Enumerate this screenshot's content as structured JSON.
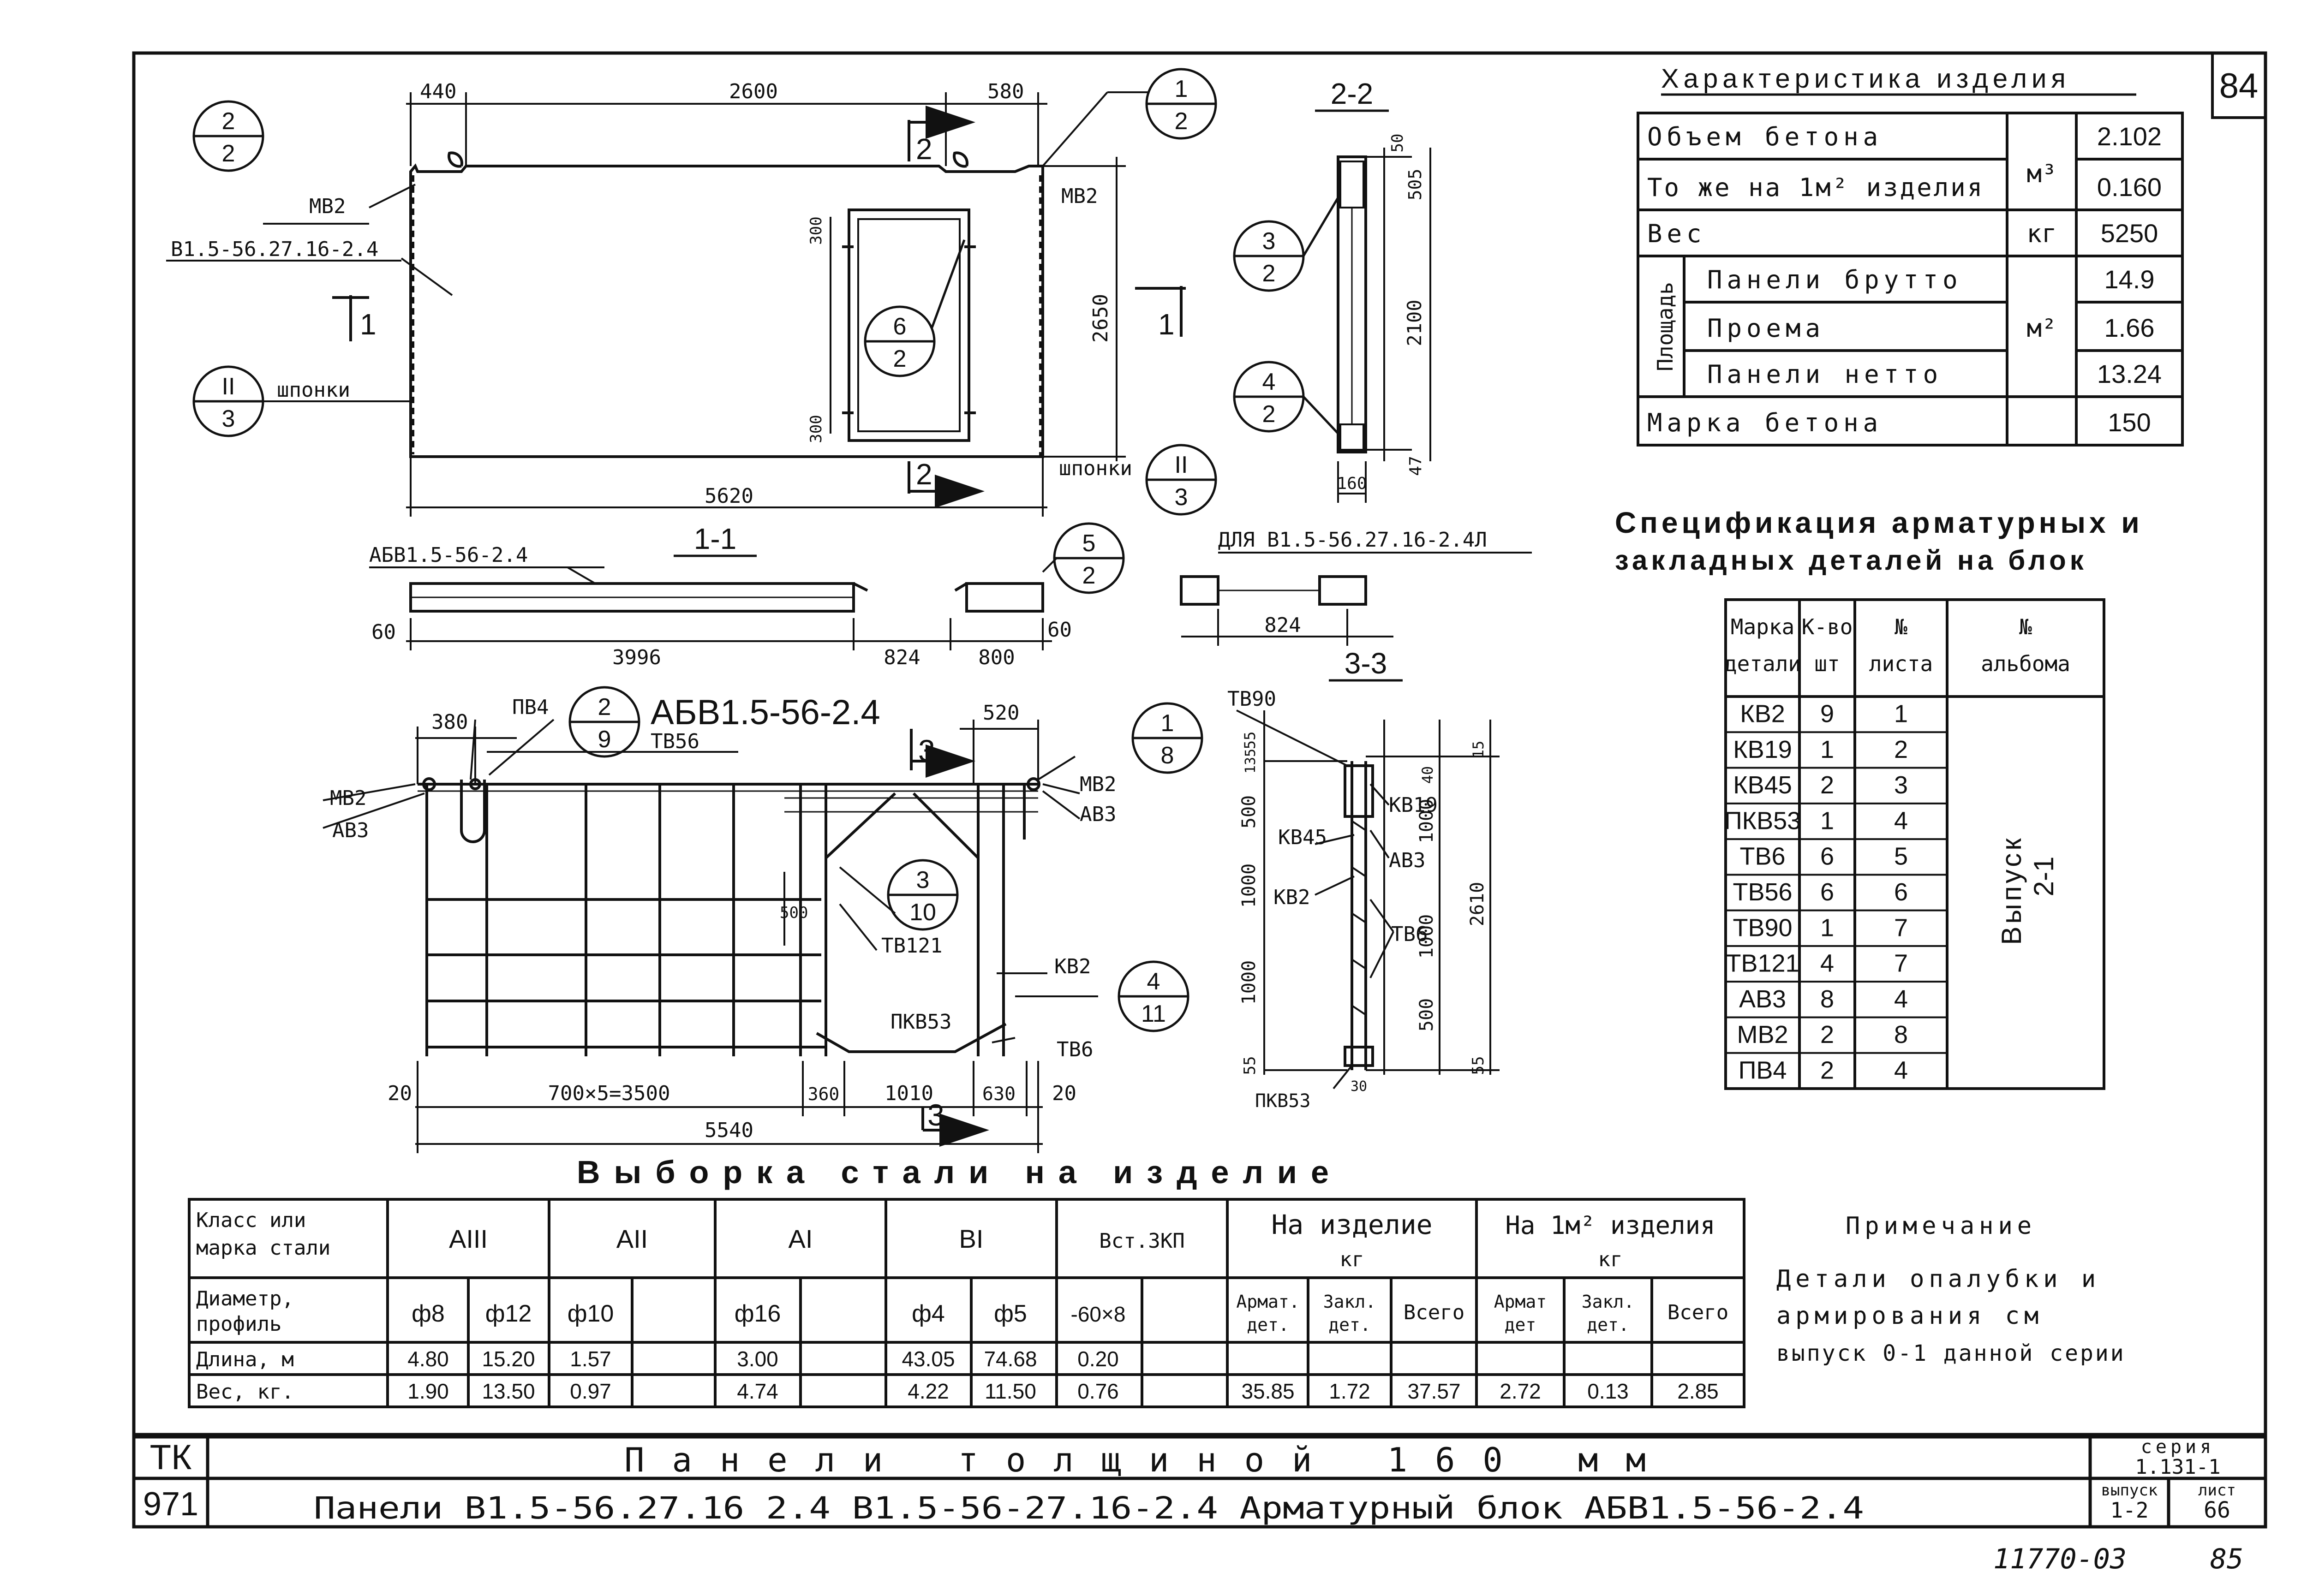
{
  "page": {
    "corner_number": "84",
    "bottom_ref": "11770-03",
    "bottom_page": "85"
  },
  "drawing": {
    "section_22": "2-2",
    "section_11": "1-1",
    "section_33": "3-3",
    "dims_elev": {
      "d440": "440",
      "d2600": "2600",
      "d580": "580",
      "d2650": "2650",
      "d5620": "5620",
      "d300a": "300",
      "d300b": "300"
    },
    "dims_22": {
      "d50": "50",
      "d505": "505",
      "d2100": "2100",
      "d47": "47",
      "d160": "160"
    },
    "dims_11": {
      "d60a": "60",
      "d3996": "3996",
      "d824": "824",
      "d800": "800",
      "d60b": "60"
    },
    "dims_11b": {
      "d824": "824"
    },
    "dims_block": {
      "d380": "380",
      "d520": "520",
      "d500": "500",
      "d20a": "20",
      "d700x5": "700×5=3500",
      "d360": "360",
      "d1010": "1010",
      "d630": "630",
      "d20b": "20",
      "d5540": "5540"
    },
    "dims_33": {
      "d55t": "55",
      "d135": "135",
      "d500": "500",
      "d1000a": "1000",
      "d1000b": "1000",
      "d55b": "55",
      "d30": "30",
      "d15": "15",
      "d40": "40",
      "d1000r": "1000",
      "d2610": "2610",
      "d1000r2": "1000",
      "d500r": "500",
      "d55r": "55"
    },
    "labels": {
      "mb2_left": "МВ2",
      "mark_left": "В1.5-56.27.16-2.4",
      "shponki_left": "шпонки",
      "mb2_right": "МВ2",
      "shponki_right": "шпонки",
      "abv_11": "АБВ1.5-56-2.4",
      "for_11b": "ДЛЯ В1.5-56.27.16-2.4Л",
      "pv4": "ПВ4",
      "abv_block": "АБВ1.5-56-2.4",
      "tb56": "ТВ56",
      "mb2_bl": "МВ2",
      "av3_bl": "АВ3",
      "mb2_br": "МВ2",
      "av3_br": "АВ3",
      "tb121": "ТВ121",
      "kb2_b": "КВ2",
      "pkb53_b": "ПКВ53",
      "tb6_b": "ТВ6",
      "tb90": "ТВ90",
      "kb19": "КВ19",
      "kb45": "КВ45",
      "av3_33": "АВ3",
      "kb2_33": "КВ2",
      "tb6_33": "ТВ6",
      "pkb53_33": "ПКВ53"
    },
    "callouts": {
      "c1": {
        "top": "2",
        "bottom": "2"
      },
      "c2": {
        "top": "1",
        "bottom": "2"
      },
      "c3": {
        "top": "II",
        "bottom": "3"
      },
      "c4": {
        "top": "6",
        "bottom": "2"
      },
      "c5": {
        "top": "II",
        "bottom": "3"
      },
      "c6": {
        "top": "3",
        "bottom": "2"
      },
      "c7": {
        "top": "4",
        "bottom": "2"
      },
      "c8": {
        "top": "5",
        "bottom": "2"
      },
      "c9": {
        "top": "2",
        "bottom": "9"
      },
      "c10": {
        "top": "1",
        "bottom": "8"
      },
      "c11": {
        "top": "3",
        "bottom": "10"
      },
      "c12": {
        "top": "4",
        "bottom": "11"
      }
    },
    "cuts": {
      "cut1a": "1",
      "cut1b": "1",
      "cut2a": "2",
      "cut2b": "2",
      "cut3a": "3",
      "cut3b": "3"
    }
  },
  "characteristics": {
    "title": "Характеристика изделия",
    "volume_label": "Объем бетона",
    "volume_value": "2.102",
    "per_m2_label": "То же на 1м² изделия",
    "per_m2_value": "0.160",
    "m3_unit": "м³",
    "weight_label": "Вес",
    "weight_unit": "кг",
    "weight_value": "5250",
    "area_label": "Площадь",
    "gross_label": "Панели брутто",
    "gross_value": "14.9",
    "opening_label": "Проема",
    "opening_value": "1.66",
    "net_label": "Панели нетто",
    "net_value": "13.24",
    "m2_unit": "м²",
    "grade_label": "Марка бетона",
    "grade_value": "150"
  },
  "specification": {
    "title_line1": "Спецификация арматурных и",
    "title_line2": "закладных деталей на блок",
    "headers": {
      "mark1": "Марка",
      "mark2": "детали",
      "qty1": "К-во",
      "qty2": "шт",
      "sheet1": "№",
      "sheet2": "листа",
      "album1": "№",
      "album2": "альбома"
    },
    "rows": [
      {
        "mark": "КВ2",
        "qty": "9",
        "sheet": "1"
      },
      {
        "mark": "КВ19",
        "qty": "1",
        "sheet": "2"
      },
      {
        "mark": "КВ45",
        "qty": "2",
        "sheet": "3"
      },
      {
        "mark": "ПКВ53",
        "qty": "1",
        "sheet": "4"
      },
      {
        "mark": "ТВ6",
        "qty": "6",
        "sheet": "5"
      },
      {
        "mark": "ТВ56",
        "qty": "6",
        "sheet": "6"
      },
      {
        "mark": "ТВ90",
        "qty": "1",
        "sheet": "7"
      },
      {
        "mark": "ТВ121",
        "qty": "4",
        "sheet": "7"
      },
      {
        "mark": "АВ3",
        "qty": "8",
        "sheet": "4"
      },
      {
        "mark": "МВ2",
        "qty": "2",
        "sheet": "8"
      },
      {
        "mark": "ПВ4",
        "qty": "2",
        "sheet": "4"
      }
    ],
    "album_line1": "Выпуск",
    "album_line2": "2-1"
  },
  "steel": {
    "title": "Выборка стали на изделие",
    "class_label1": "Класс или",
    "class_label2": "марка стали",
    "diam_label1": "Диаметр,",
    "diam_label2": "профиль",
    "length_label": "Длина, м",
    "weight_label": "Вес, кг.",
    "classes": {
      "a3": "АIII",
      "a2": "АII",
      "a1": "АI",
      "b1": "ВI",
      "vst": "Вст.3КП"
    },
    "per_item": "На изделие",
    "per_item_unit": "кг",
    "per_m2": "На 1м² изделия",
    "per_m2_unit": "кг",
    "sub": {
      "arm1": "Армат.",
      "arm2": "дет.",
      "zak1": "Закл.",
      "zak2": "дет.",
      "total": "Всего",
      "arm_m1": "Армат",
      "arm_m2": "дет",
      "zak_m1": "Закл.",
      "zak_m2": "дет.",
      "total_m": "Всего"
    },
    "diameters": {
      "d8": "ф8",
      "d12": "ф12",
      "d10": "ф10",
      "d16": "ф16",
      "d4": "ф4",
      "d5": "ф5",
      "prof": "-60×8"
    },
    "length": {
      "d8": "4.80",
      "d12": "15.20",
      "d10": "1.57",
      "d16": "3.00",
      "d4": "43.05",
      "d5": "74.68",
      "prof": "0.20"
    },
    "weight": {
      "d8": "1.90",
      "d12": "13.50",
      "d10": "0.97",
      "d16": "4.74",
      "d4": "4.22",
      "d5": "11.50",
      "prof": "0.76",
      "arm": "35.85",
      "zak": "1.72",
      "total": "37.57",
      "arm_m": "2.72",
      "zak_m": "0.13",
      "total_m": "2.85"
    }
  },
  "note": {
    "title": "Примечание",
    "line1": "Детали опалубки и",
    "line2": "армирования см",
    "line3": "выпуск 0-1 данной серии"
  },
  "titleblock": {
    "tk": "ТК",
    "code": "971",
    "title": "Панели толщиной 160 мм",
    "subtitle": "Панели В1.5-56.27.16 2.4 В1.5-56-27.16-2.4 Арматурный блок АБВ1.5-56-2.4",
    "series_label": "серия",
    "series_value": "1.131-1",
    "issue_label": "выпуск",
    "issue_value": "1-2",
    "sheet_label": "лист",
    "sheet_value": "66"
  }
}
